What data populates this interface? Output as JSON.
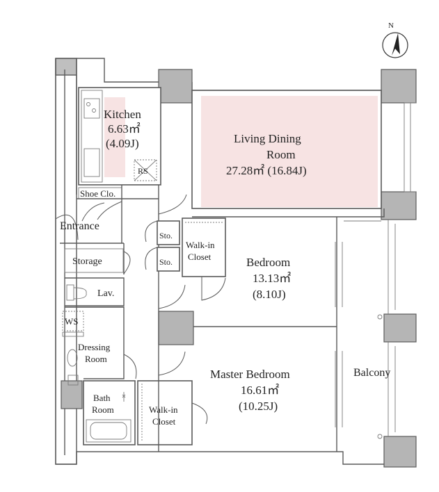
{
  "compass": {
    "letter": "N",
    "icon": "north-arrow-icon"
  },
  "colors": {
    "living": "#f7e3e3",
    "kitchen": "#f7e3e3",
    "storage": "#dceaf5",
    "wall": "#bfbfbf",
    "line": "#595959"
  },
  "rooms": {
    "kitchen": {
      "name": "Kitchen",
      "area": "6.63㎡",
      "jo": "(4.09J)"
    },
    "living": {
      "name_line1": "Living Dining",
      "name_line2": "Room",
      "area": "27.28㎡ (16.84J)"
    },
    "bedroom": {
      "name": "Bedroom",
      "area": "13.13㎡",
      "jo": "(8.10J)"
    },
    "master": {
      "name": "Master Bedroom",
      "area": "16.61㎡",
      "jo": "(10.25J)"
    },
    "balcony": {
      "name": "Balcony"
    },
    "entrance": {
      "name": "Entrance"
    },
    "storage": {
      "name": "Storage"
    },
    "lav": {
      "name": "Lav."
    },
    "ws": {
      "name": "WS"
    },
    "dressing": {
      "line1": "Dressing",
      "line2": "Room"
    },
    "bath": {
      "line1": "Bath",
      "line2": "Room"
    },
    "shoe": {
      "name": "Shoe Clo."
    },
    "rs": {
      "name": "RS"
    },
    "sto1": {
      "name": "Sto."
    },
    "sto2": {
      "name": "Sto."
    },
    "walkin1": {
      "line1": "Walk-in",
      "line2": "Closet"
    },
    "walkin2": {
      "line1": "Walk-in",
      "line2": "Closet"
    }
  }
}
